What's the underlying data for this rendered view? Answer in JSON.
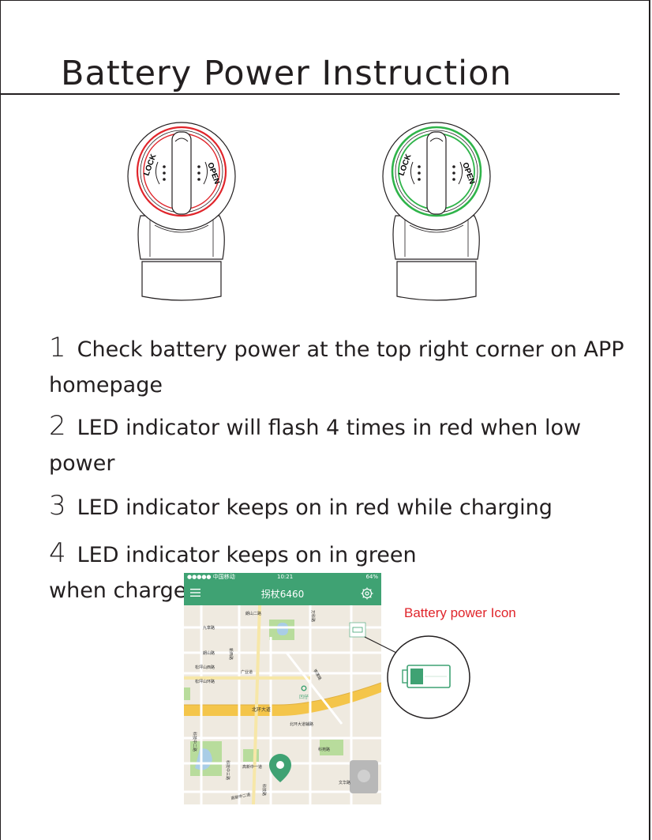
{
  "page": {
    "title": "Battery Power Instruction"
  },
  "instructions": [
    {
      "num": "1",
      "text": "Check battery power at the top right corner on APP homepage"
    },
    {
      "num": "2",
      "text": "LED indicator will flash 4 times in red when low power"
    },
    {
      "num": "3",
      "text": "LED indicator keeps on in red while charging"
    },
    {
      "num": "4",
      "text": "LED indicator keeps on in green when charge is done"
    }
  ],
  "devices": {
    "left_lock": "LOCK",
    "left_open": "OPEN",
    "right_lock": "LOCK",
    "right_open": "OPEN",
    "left_ring_color": "#e0252b",
    "right_ring_color": "#2fb44a"
  },
  "phone": {
    "carrier": "●●●●● 中国移动",
    "time": "10:21",
    "battery_status": "64%",
    "app_title": "拐杖6460",
    "menu_icon": "menu-icon",
    "settings_icon": "gear-icon",
    "accent_color": "#3fa273",
    "map_labels": {
      "north_ring": "北环大道",
      "north_ring_aux": "北环大道辅路",
      "gaoxin_1": "高新中一道",
      "gaoxin_2": "高新中二道",
      "keji_2": "科技中二路",
      "keji_3": "科技中三路",
      "keji": "科技路",
      "jiuzhang": "九章路",
      "langshan": "朗山路",
      "langshan2": "朗山二路",
      "songping": "松坪山西路",
      "songping_tong": "松坪山环路",
      "guangxiang": "广业道",
      "xinxi": "新西路",
      "wenhua": "文华路",
      "keyuan": "科苑路",
      "poi": "凹仔",
      "lixue": "李漯路",
      "wanzi": "万科路"
    }
  },
  "callout": {
    "label": "Battery power Icon",
    "label_color": "#e0252b"
  }
}
